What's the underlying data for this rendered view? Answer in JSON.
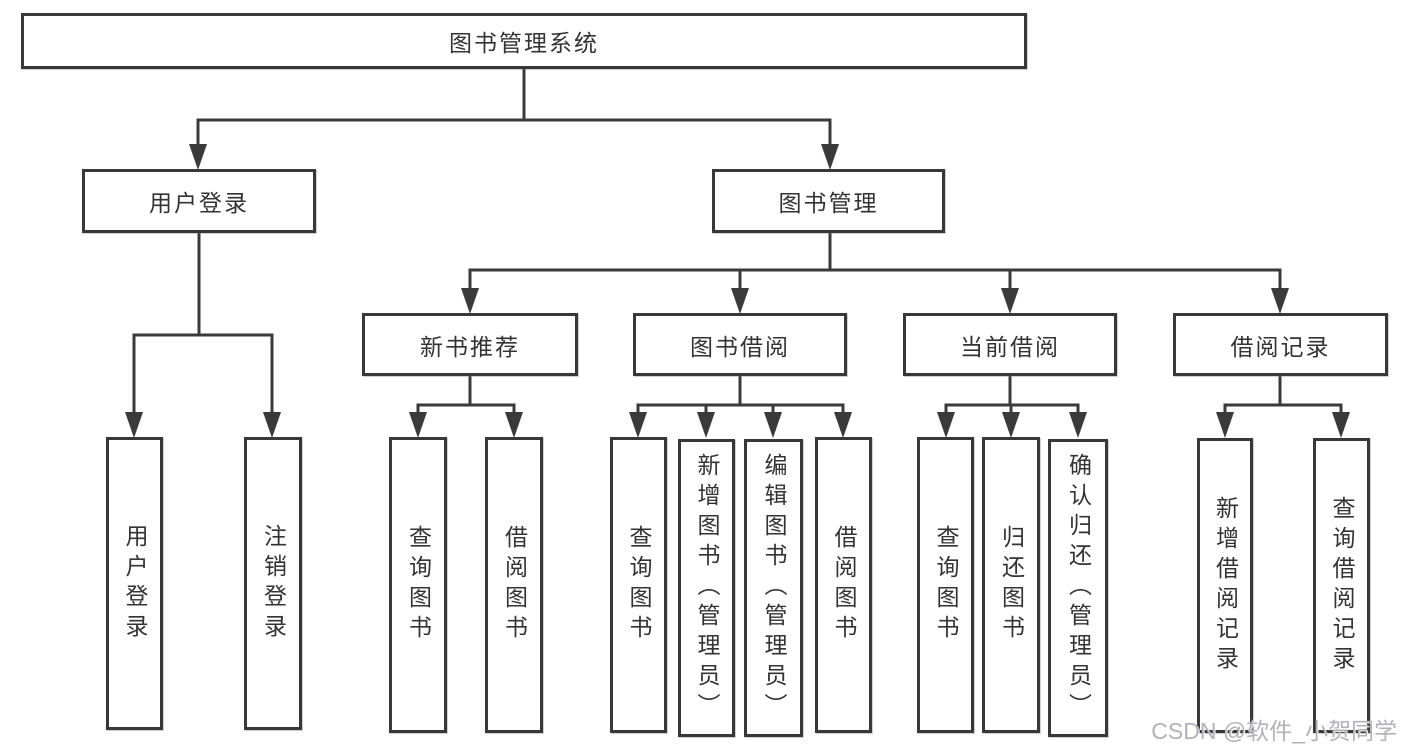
{
  "diagram": {
    "title": "图书管理系统",
    "nodes": [
      {
        "id": "root",
        "label": "图书管理系统",
        "parent": null
      },
      {
        "id": "user-login-branch",
        "label": "用户登录",
        "parent": "root"
      },
      {
        "id": "book-management-branch",
        "label": "图书管理",
        "parent": "root"
      },
      {
        "id": "new-book-recommend",
        "label": "新书推荐",
        "parent": "book-management-branch"
      },
      {
        "id": "book-borrow",
        "label": "图书借阅",
        "parent": "book-management-branch"
      },
      {
        "id": "current-borrow",
        "label": "当前借阅",
        "parent": "book-management-branch"
      },
      {
        "id": "borrow-records",
        "label": "借阅记录",
        "parent": "book-management-branch"
      },
      {
        "id": "leaf-user-login",
        "label": "用户登录",
        "parent": "user-login-branch"
      },
      {
        "id": "leaf-logout",
        "label": "注销登录",
        "parent": "user-login-branch"
      },
      {
        "id": "leaf-query-books-1",
        "label": "查询图书",
        "parent": "new-book-recommend"
      },
      {
        "id": "leaf-borrow-books-1",
        "label": "借阅图书",
        "parent": "new-book-recommend"
      },
      {
        "id": "leaf-query-books-2",
        "label": "查询图书",
        "parent": "book-borrow"
      },
      {
        "id": "leaf-add-book",
        "label": "新增图书（管理员）",
        "parent": "book-borrow"
      },
      {
        "id": "leaf-edit-book",
        "label": "编辑图书（管理员）",
        "parent": "book-borrow"
      },
      {
        "id": "leaf-borrow-books-2",
        "label": "借阅图书",
        "parent": "book-borrow"
      },
      {
        "id": "leaf-query-books-3",
        "label": "查询图书",
        "parent": "current-borrow"
      },
      {
        "id": "leaf-return-book",
        "label": "归还图书",
        "parent": "current-borrow"
      },
      {
        "id": "leaf-confirm-return",
        "label": "确认归还（管理员）",
        "parent": "current-borrow"
      },
      {
        "id": "leaf-add-borrow-record",
        "label": "新增借阅记录",
        "parent": "borrow-records"
      },
      {
        "id": "leaf-query-borrow-record",
        "label": "查询借阅记录",
        "parent": "borrow-records"
      }
    ]
  },
  "watermark": {
    "text": "CSDN @软件_小贺同学"
  },
  "colors": {
    "line": "#3a3a3a",
    "box_border": "#383838",
    "text": "#333333",
    "watermark": "#b1b1ba",
    "background": "#ffffff"
  }
}
